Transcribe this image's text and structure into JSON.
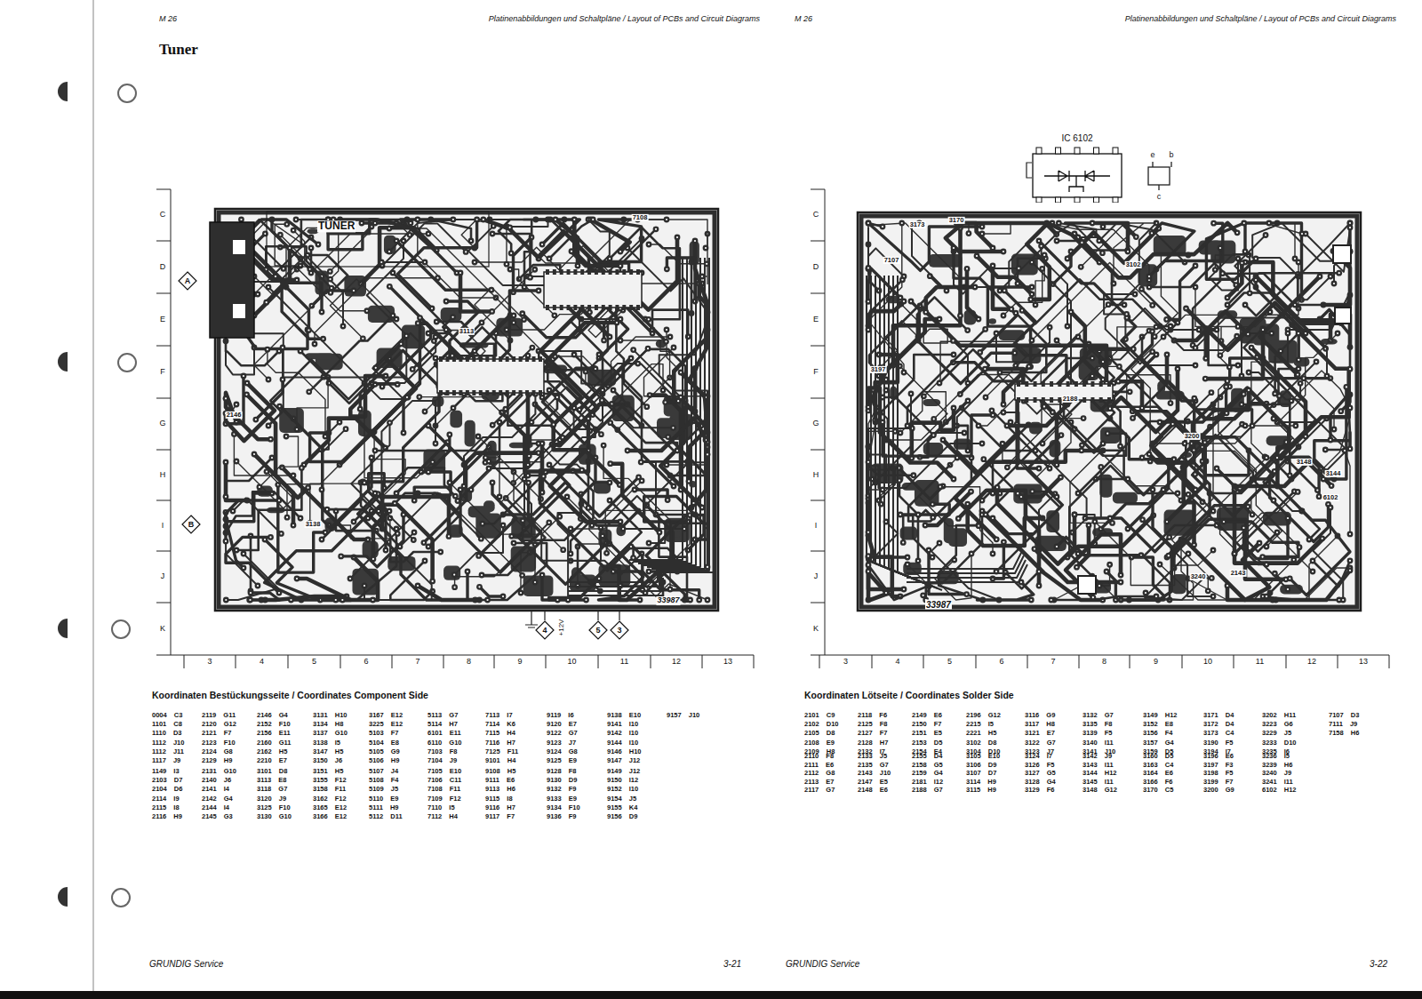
{
  "diagram": {
    "title": "Tuner",
    "nodes": [
      {
        "text": [
          "A"
        ]
      },
      {
        "text": [
          "B"
        ]
      },
      {
        "text": [
          "4"
        ]
      },
      {
        "text": [
          "5"
        ]
      },
      {
        "text": [
          "3"
        ]
      },
      {
        "text": [
          "IC 6102"
        ]
      }
    ],
    "labels": [
      "M 26",
      "Platinenabbildungen und Schaltpläne / Layout of PCBs and Circuit Diagrams",
      "M 26",
      "Platinenabbildungen und Schaltpläne / Layout of PCBs and Circuit Diagrams",
      "C",
      "D",
      "E",
      "F",
      "G",
      "H",
      "I",
      "J",
      "K",
      "3",
      "4",
      "5",
      "6",
      "7",
      "8",
      "9",
      "10",
      "11",
      "12",
      "13",
      "C",
      "D",
      "E",
      "F",
      "G",
      "H",
      "I",
      "J",
      "K",
      "3",
      "4",
      "5",
      "6",
      "7",
      "8",
      "9",
      "10",
      "11",
      "12",
      "13",
      "Koordinaten Bestückungsseite / Coordinates Component Side",
      "Koordinaten Lötseite / Coordinates Solder Side",
      "GRUNDIG Service",
      "3-21",
      "GRUNDIG Service",
      "3-22",
      "TUNER",
      "33987",
      "33987",
      "+12V",
      "e",
      "b",
      "c",
      "7108",
      "2146",
      "3138",
      "3113",
      "3173",
      "3170",
      "7107",
      "3102",
      "3197",
      "2188",
      "3200",
      "3148",
      "3144",
      "6102",
      "3240",
      "2143",
      "0004 C3",
      "1101 C8",
      "1110 D3",
      "1112 J10",
      "1112 J11",
      "1117 J9",
      "1149 I3",
      "2103 D7",
      "2104 D6",
      "2114 I9",
      "2115 I8",
      "2116 H9",
      "2119 G11",
      "2120 G12",
      "2121 F7",
      "2123 F10",
      "2124 G8",
      "2129 H9",
      "2131 G10",
      "2140 J6",
      "2141 I4",
      "2142 G4",
      "2144 I4",
      "2145 G3",
      "2146 G4",
      "2152 F10",
      "2156 E11",
      "2160 G11",
      "2162 H5",
      "2210 E7",
      "3101 D8",
      "3113 E8",
      "3118 G7",
      "3120 J9",
      "3125 F10",
      "3130 G10",
      "3131 H10",
      "3134 H8",
      "3137 G10",
      "3138 I5",
      "3147 H5",
      "3150 J6",
      "3151 H5",
      "3155 F12",
      "3158 F11",
      "3162 F12",
      "3165 E12",
      "3166 E12",
      "3167 E12",
      "3225 E12",
      "5103 F7",
      "5104 E8",
      "5105 G9",
      "5106 H9",
      "5107 J4",
      "5108 F4",
      "5109 J5",
      "5110 E9",
      "5111 H9",
      "5112 D11",
      "5113 G7",
      "5114 H7",
      "6101 E11",
      "6110 G10",
      "7103 F8",
      "7104 J9",
      "7105 E10",
      "7106 C11",
      "7108 F11",
      "7109 F12",
      "7110 I5",
      "7112 H4",
      "7113 I7",
      "7114 K6",
      "7115 H4",
      "7116 H7",
      "7125 F11",
      "9101 H4",
      "9108 H5",
      "9111 E6",
      "9113 H6",
      "9115 I8",
      "9116 H7",
      "9117 F7",
      "9119 I6",
      "9120 E7",
      "9122 G7",
      "9123 J7",
      "9124 G8",
      "9125 E9",
      "9128 F8",
      "9130 D9",
      "9132 F9",
      "9133 E9",
      "9134 F10",
      "9136 F9",
      "9138 E10",
      "9141 I10",
      "9142 I10",
      "9144 I10",
      "9146 H10",
      "9147 J12",
      "9149 J12",
      "9150 I12",
      "9152 I10",
      "9154 J5",
      "9155 K4",
      "9156 D9",
      "9157 J10",
      "2101 C9",
      "2102 D10",
      "2105 D8",
      "2108 E9",
      "2109 H8",
      "2110 F8",
      "2111 E6",
      "2112 G8",
      "2113 E7",
      "2117 G7",
      "2118 F6",
      "2125 F8",
      "2127 F7",
      "2128 H7",
      "2132 I7",
      "2133 J5",
      "2135 G7",
      "2143 J10",
      "2147 E5",
      "2148 E6",
      "2149 E6",
      "2150 F7",
      "2151 E5",
      "2153 D5",
      "2154 E4",
      "2155 D4",
      "2158 G5",
      "2159 G4",
      "2181 I12",
      "2188 G7",
      "2196 G12",
      "2215 I5",
      "2221 H5",
      "3102 D8",
      "3104 D10",
      "3105 E10",
      "3106 D9",
      "3107 D7",
      "3114 H9",
      "3115 H9",
      "3116 G9",
      "3117 H8",
      "3121 E7",
      "3122 G7",
      "3123 J7",
      "3124 I7",
      "3126 F5",
      "3127 G5",
      "3128 G4",
      "3129 F6",
      "3132 G7",
      "3135 F8",
      "3139 F5",
      "3140 I11",
      "3141 J10",
      "3142 J9",
      "3143 I11",
      "3144 H12",
      "3145 I11",
      "3148 G12",
      "3149 H12",
      "3152 E8",
      "3156 F4",
      "3157 G4",
      "3159 D5",
      "3160 D5",
      "3163 C4",
      "3164 E6",
      "3166 F6",
      "3170 C5",
      "3171 D4",
      "3172 D4",
      "3173 C4",
      "3190 F5",
      "3194 I7",
      "3196 E6",
      "3197 F3",
      "3198 F5",
      "3199 F7",
      "3200 G9",
      "3202 H11",
      "3223 G6",
      "3229 J5",
      "3233 D10",
      "3235 I6",
      "3236 I5",
      "3239 H6",
      "3240 J9",
      "3241 I11",
      "6102 H12",
      "7107 D3",
      "7111 J9",
      "7158 H6"
    ]
  }
}
